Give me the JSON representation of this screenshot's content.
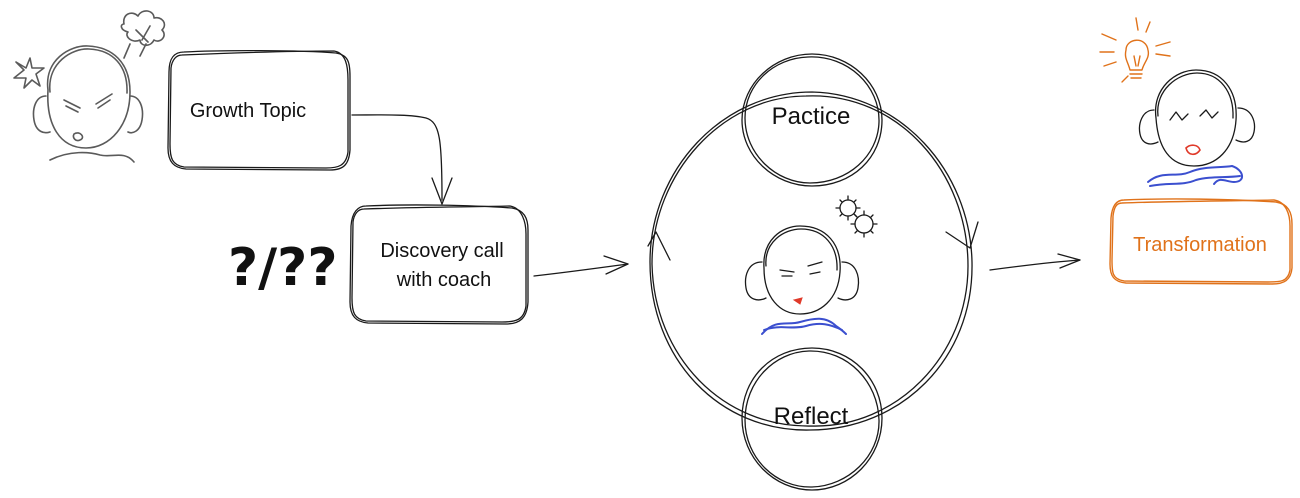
{
  "nodes": {
    "growth_topic": "Growth Topic",
    "discovery_line1": "Discovery call",
    "discovery_line2": "with coach",
    "practice": "Pactice",
    "reflect": "Reflect",
    "transformation": "Transformation"
  },
  "annotations": {
    "confusion_marks": "?/??"
  },
  "colors": {
    "ink": "#1a1a1a",
    "gray_ink": "#5a5a5a",
    "transformation_accent": "#e0721a",
    "collar_blue": "#3b4fcf",
    "lips_red": "#e03a2a"
  },
  "icons": {
    "frustrated_person": "frustrated-person-icon",
    "thinking_person": "thinking-person-icon",
    "enlightened_person": "enlightened-person-icon",
    "gears": "gears-icon",
    "lightbulb": "lightbulb-icon"
  }
}
